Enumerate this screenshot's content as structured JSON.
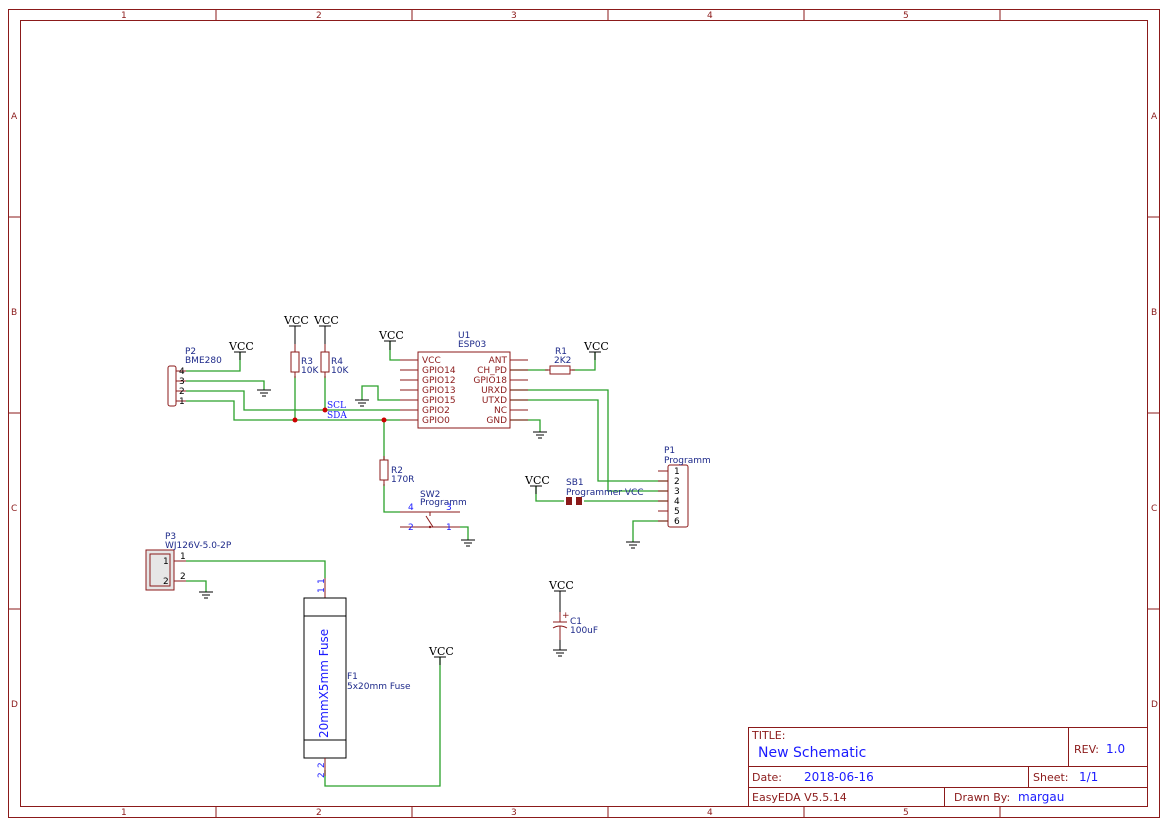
{
  "frame": {
    "columns": [
      "1",
      "2",
      "3",
      "4",
      "5"
    ],
    "rows": [
      "A",
      "B",
      "C",
      "D"
    ]
  },
  "power": {
    "vcc": "VCC"
  },
  "nets": {
    "scl": "SCL",
    "sda": "SDA"
  },
  "components": {
    "u1": {
      "ref": "U1",
      "value": "ESP03",
      "left_pins": [
        "VCC",
        "GPIO14",
        "GPIO12",
        "GPIO13",
        "GPIO15",
        "GPIO2",
        "GPIO0"
      ],
      "right_pins": [
        "ANT",
        "CH_PD",
        "GPIO18",
        "URXD",
        "UTXD",
        "NC",
        "GND"
      ]
    },
    "p2": {
      "ref": "P2",
      "value": "BME280",
      "pins": [
        "4",
        "3",
        "2",
        "1"
      ]
    },
    "r3": {
      "ref": "R3",
      "value": "10K"
    },
    "r4": {
      "ref": "R4",
      "value": "10K"
    },
    "r1": {
      "ref": "R1",
      "value": "2K2"
    },
    "r2": {
      "ref": "R2",
      "value": "170R"
    },
    "sw2": {
      "ref": "SW2",
      "value": "Programm",
      "pins": [
        "4",
        "3",
        "2",
        "1"
      ]
    },
    "sb1": {
      "ref": "SB1",
      "value": "Programmer VCC"
    },
    "p1": {
      "ref": "P1",
      "value": "Programm",
      "pins": [
        "1",
        "2",
        "3",
        "4",
        "5",
        "6"
      ]
    },
    "p3": {
      "ref": "P3",
      "value": "WJ126V-5.0-2P",
      "pins": [
        "1",
        "2"
      ]
    },
    "f1": {
      "ref": "F1",
      "value": "5x20mm Fuse",
      "body_text": "20mmX5mm Fuse",
      "pins": [
        "1",
        "1",
        "2",
        "2"
      ]
    },
    "c1": {
      "ref": "C1",
      "value": "100uF",
      "polarity": "+"
    }
  },
  "title_block": {
    "title_label": "TITLE:",
    "title": "New Schematic",
    "rev_label": "REV:",
    "rev": "1.0",
    "date_label": "Date:",
    "date": "2018-06-16",
    "sheet_label": "Sheet:",
    "sheet": "1/1",
    "software": "EasyEDA V5.5.14",
    "drawn_label": "Drawn By:",
    "drawn_by": "margau"
  },
  "colors": {
    "frame": "#8b1a1a",
    "wire": "#2aa12a",
    "label": "#1e2a8a",
    "value": "#1a1aff"
  }
}
